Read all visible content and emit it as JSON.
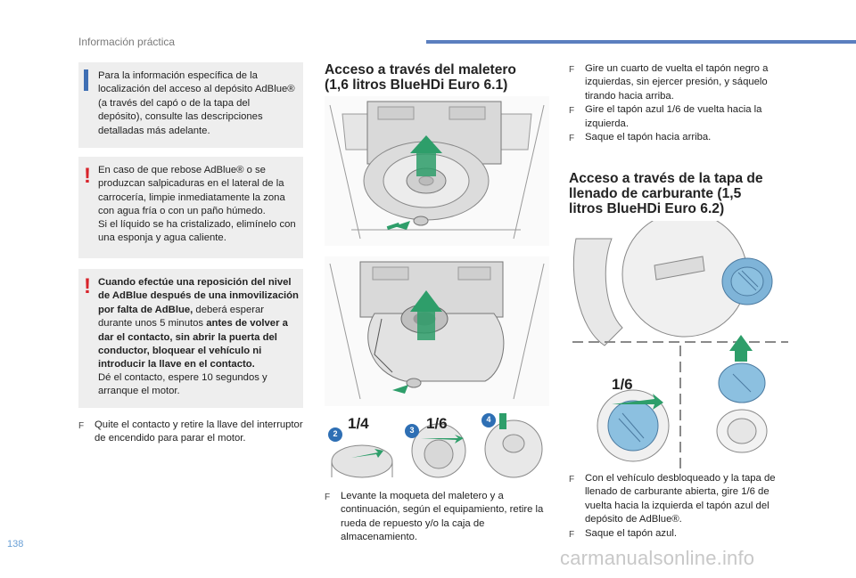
{
  "header": {
    "section": "Información práctica"
  },
  "page_number": "138",
  "watermark": "carmanualsonline.info",
  "colors": {
    "accent_blue": "#5b7fbf",
    "warning_red": "#d8232a",
    "box_gray": "#eeeeee",
    "arrow_green": "#2e9e6a"
  },
  "left": {
    "info_box": {
      "icon": "info-marker-icon",
      "text": "Para la información específica de la localización del acceso al depósito AdBlue® (a través del capó o de la tapa del depósito), consulte las descripciones detalladas más adelante."
    },
    "warning_1": {
      "icon": "warning-exclamation-icon",
      "line1": "En caso de que rebose AdBlue® o se produzcan salpicaduras en el lateral de la carrocería, limpie inmediatamente la zona con agua fría o con un paño húmedo.",
      "line2": "Si el líquido se ha cristalizado, elimínelo con una esponja y agua caliente."
    },
    "warning_2": {
      "icon": "warning-exclamation-icon",
      "bold_1": "Cuando efectúe una reposición del nivel de AdBlue después de una inmovilización por falta de AdBlue,",
      "normal_1": " deberá esperar durante unos 5 minutos ",
      "bold_2": "antes de volver a dar el contacto, sin abrir la puerta del conductor, bloquear el vehículo ni introducir la llave en el contacto.",
      "normal_2": "Dé el contacto, espere 10 segundos y arranque el motor."
    },
    "bullet": "Quite el contacto y retire la llave del interruptor de encendido para parar el motor."
  },
  "middle": {
    "title": "Acceso a través del maletero (1,6 litros BlueHDi Euro 6.1)",
    "step_labels": [
      "1/4",
      "1/6"
    ],
    "step_numbers": [
      "2",
      "3",
      "4"
    ],
    "bullet": "Levante la moqueta del maletero y a continuación, según el equipamiento, retire la rueda de repuesto y/o la caja de almacenamiento."
  },
  "right": {
    "bullets_top": [
      "Gire un cuarto de vuelta el tapón negro a izquierdas, sin ejercer presión, y sáquelo tirando hacia arriba.",
      "Gire el tapón azul 1/6 de vuelta hacia la izquierda.",
      "Saque el tapón hacia arriba."
    ],
    "title": "Acceso a través de la tapa de llenado de carburante (1,5 litros BlueHDi Euro 6.2)",
    "fuel_label": "1/6",
    "bullets_bottom": [
      "Con el vehículo desbloqueado y la tapa de llenado de carburante abierta, gire 1/6 de vuelta hacia la izquierda el tapón azul del depósito de AdBlue®.",
      "Saque el tapón azul."
    ]
  },
  "bullet_glyph": "F"
}
